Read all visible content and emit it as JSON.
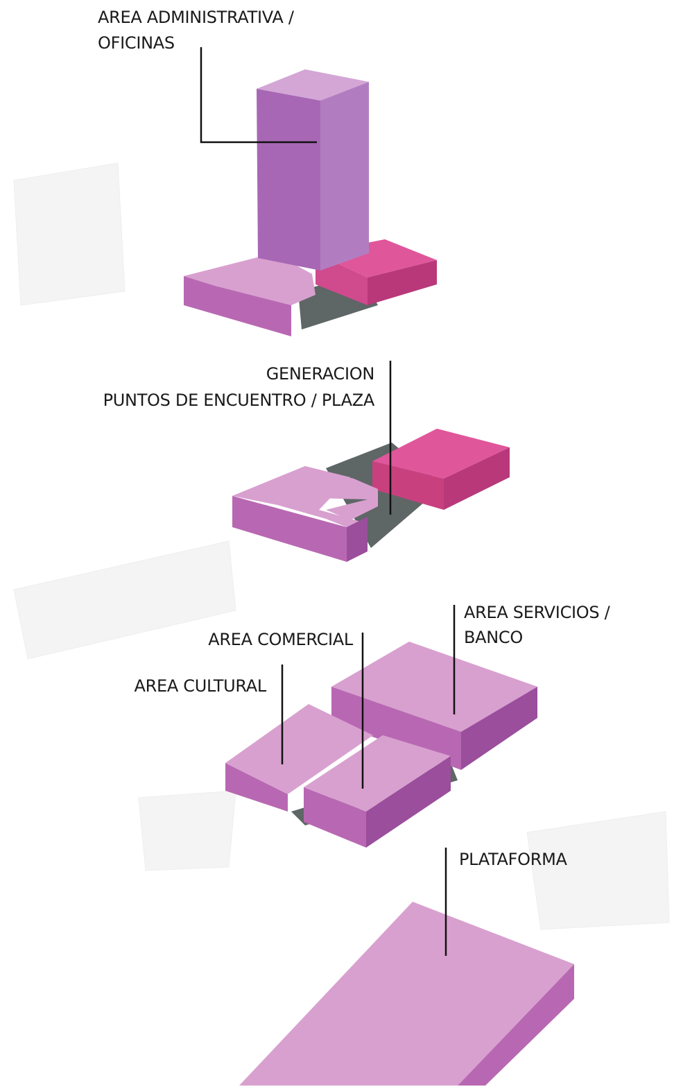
{
  "labels": {
    "oficinas_line1": "AREA ADMINISTRATIVA /",
    "oficinas_line2": "OFICINAS",
    "plaza_line1": "GENERACION",
    "plaza_line2": "PUNTOS DE ENCUENTRO / PLAZA",
    "servicios_line1": "AREA SERVICIOS /",
    "servicios_line2": "BANCO",
    "comercial": "AREA COMERCIAL",
    "cultural": "AREA CULTURAL",
    "plataforma": "PLATAFORMA"
  },
  "colors": {
    "volume_light": "#d8a0cf",
    "volume_side": "#b868b2",
    "volume_dark": "#9a4e9c",
    "tower": "#b27dc0",
    "accent_magenta": "#e0569b",
    "plaza_gray": "#5f6666",
    "leader_line": "#111111"
  }
}
